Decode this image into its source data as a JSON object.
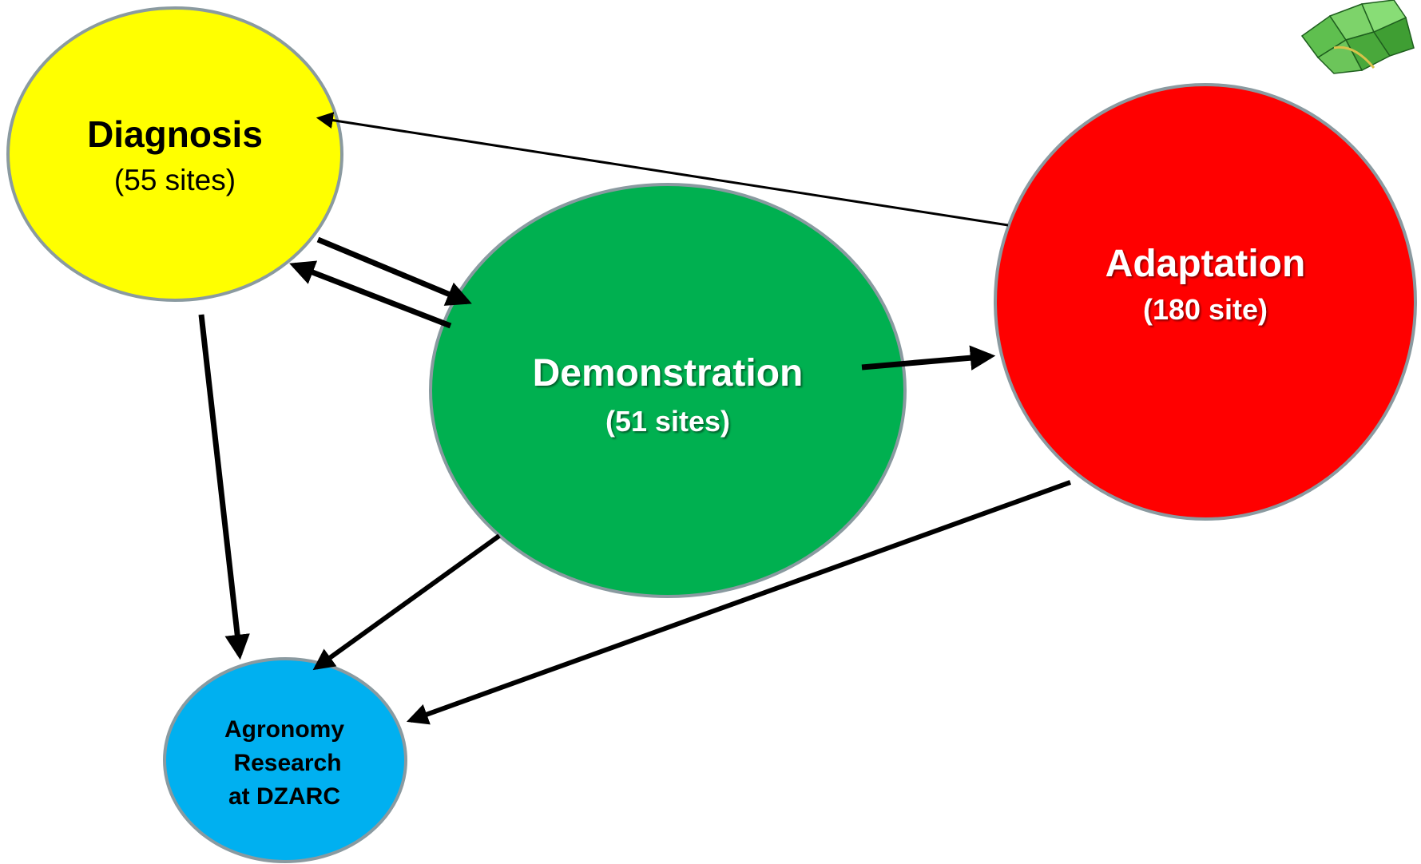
{
  "nodes": {
    "diagnosis": {
      "title": "Diagnosis",
      "subtitle": "(55 sites)",
      "color": "#ffff00"
    },
    "demonstration": {
      "title": "Demonstration",
      "subtitle": "(51 sites)",
      "color": "#00b050"
    },
    "adaptation": {
      "title": "Adaptation",
      "subtitle": "(180 site)",
      "color": "#ff0000"
    },
    "agronomy": {
      "line1": "Agronomy",
      "line2": "Research",
      "line3": "at DZARC",
      "color": "#00b0f0"
    }
  },
  "edges": [
    {
      "from": "adaptation",
      "to": "diagnosis"
    },
    {
      "from": "diagnosis",
      "to": "demonstration"
    },
    {
      "from": "demonstration",
      "to": "diagnosis"
    },
    {
      "from": "demonstration",
      "to": "adaptation"
    },
    {
      "from": "diagnosis",
      "to": "agronomy"
    },
    {
      "from": "demonstration",
      "to": "agronomy"
    },
    {
      "from": "adaptation",
      "to": "agronomy"
    }
  ],
  "logo": {
    "icon": "leaf-logo-icon"
  }
}
